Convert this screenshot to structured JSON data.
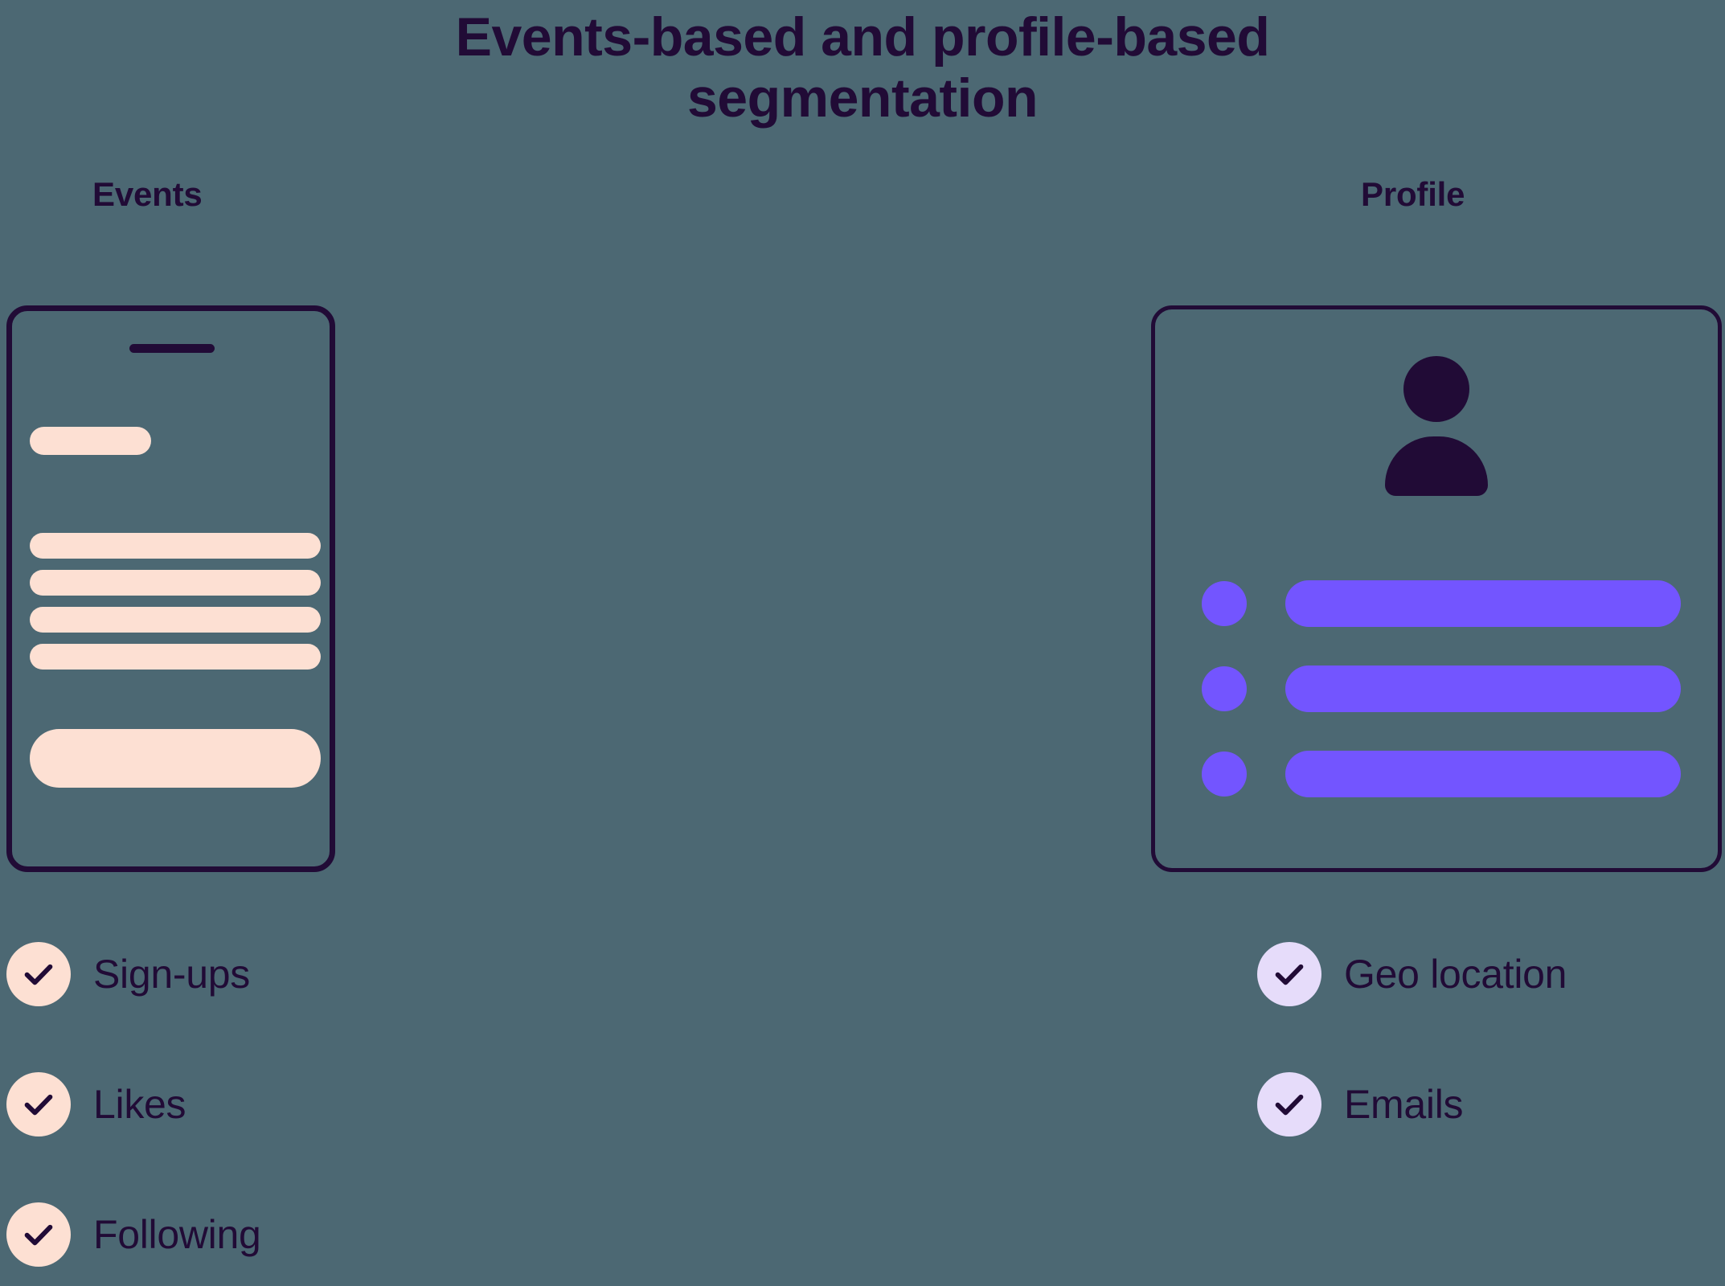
{
  "title": "Events-based and profile-based segmentation",
  "colors": {
    "background": "#4C6873",
    "ink": "#210B36",
    "peach": "#FDE0D3",
    "purple": "#7355FF",
    "lavender": "#E6DCFA"
  },
  "columns": {
    "left_heading": "Events",
    "right_heading": "Profile"
  },
  "events_card": {
    "type": "phone-mockup",
    "skeleton_bars": 6
  },
  "profile_card": {
    "type": "profile-card",
    "avatar": "person-icon",
    "rows": 3
  },
  "checklists": {
    "left": [
      {
        "label": "Sign-ups"
      },
      {
        "label": "Likes"
      },
      {
        "label": "Following"
      }
    ],
    "right": [
      {
        "label": "Geo location"
      },
      {
        "label": "Emails"
      }
    ]
  }
}
